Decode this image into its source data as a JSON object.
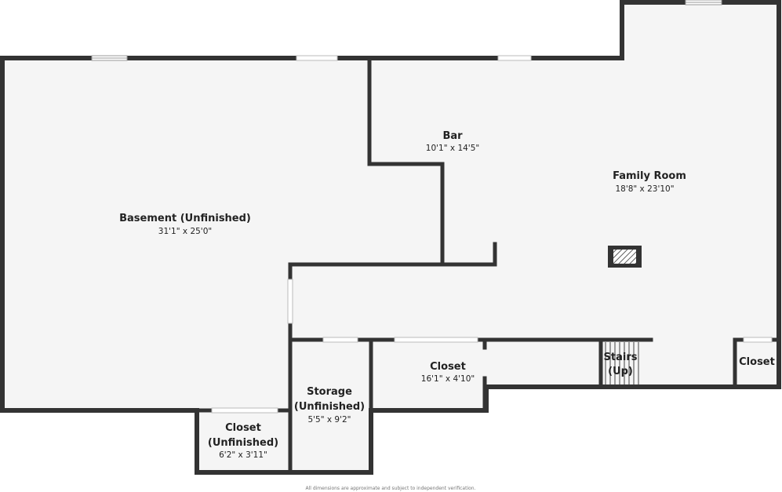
{
  "colors": {
    "wall": "#333333",
    "floor": "#f5f5f5",
    "window": "#ffffff",
    "background": "#ffffff"
  },
  "rooms": {
    "basement": {
      "name": "Basement (Unfinished)",
      "dimensions": "31'1\" x 25'0\""
    },
    "bar": {
      "name": "Bar",
      "dimensions": "10'1\" x 14'5\""
    },
    "family_room": {
      "name": "Family Room",
      "dimensions": "18'8\" x 23'10\""
    },
    "closet_middle": {
      "name": "Closet",
      "dimensions": "16'1\" x 4'10\""
    },
    "stairs": {
      "name_line1": "Stairs",
      "name_line2": "(Up)"
    },
    "closet_right": {
      "name": "Closet"
    },
    "storage": {
      "name_line1": "Storage",
      "name_line2": "(Unfinished)",
      "dimensions": "5'5\" x 9'2\""
    },
    "closet_bottom": {
      "name_line1": "Closet",
      "name_line2": "(Unfinished)",
      "dimensions": "6'2\" x 3'11\""
    }
  },
  "icons": [
    "fireplace-icon",
    "stairs-icon",
    "window-icon"
  ],
  "disclaimer": "All dimensions are approximate and subject to independent verification."
}
